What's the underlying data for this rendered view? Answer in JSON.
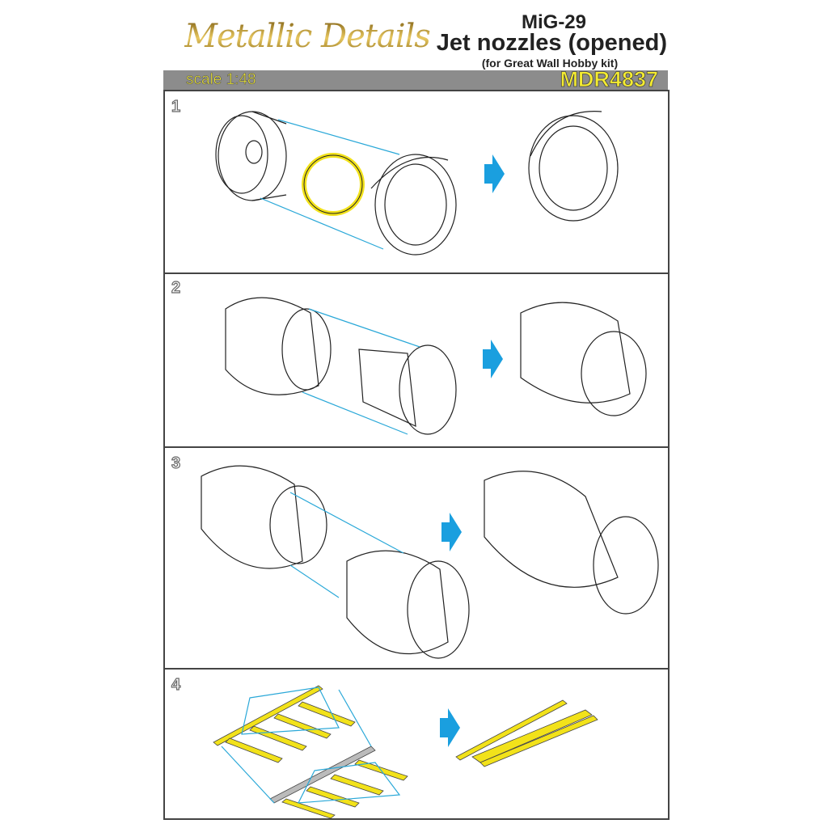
{
  "header": {
    "brand": "Metallic Details",
    "model": "MiG-29",
    "title": "Jet nozzles (opened)",
    "subtitle": "(for Great Wall Hobby kit)"
  },
  "bar": {
    "scale": "scale 1:48",
    "code": "MDR4837"
  },
  "steps": [
    {
      "number": "1"
    },
    {
      "number": "2"
    },
    {
      "number": "3"
    },
    {
      "number": "4"
    }
  ],
  "colors": {
    "arrow": "#1a9fdf",
    "guide": "#2aa8d8",
    "etch": "#f2e21a",
    "bar": "#8c8c8c"
  }
}
